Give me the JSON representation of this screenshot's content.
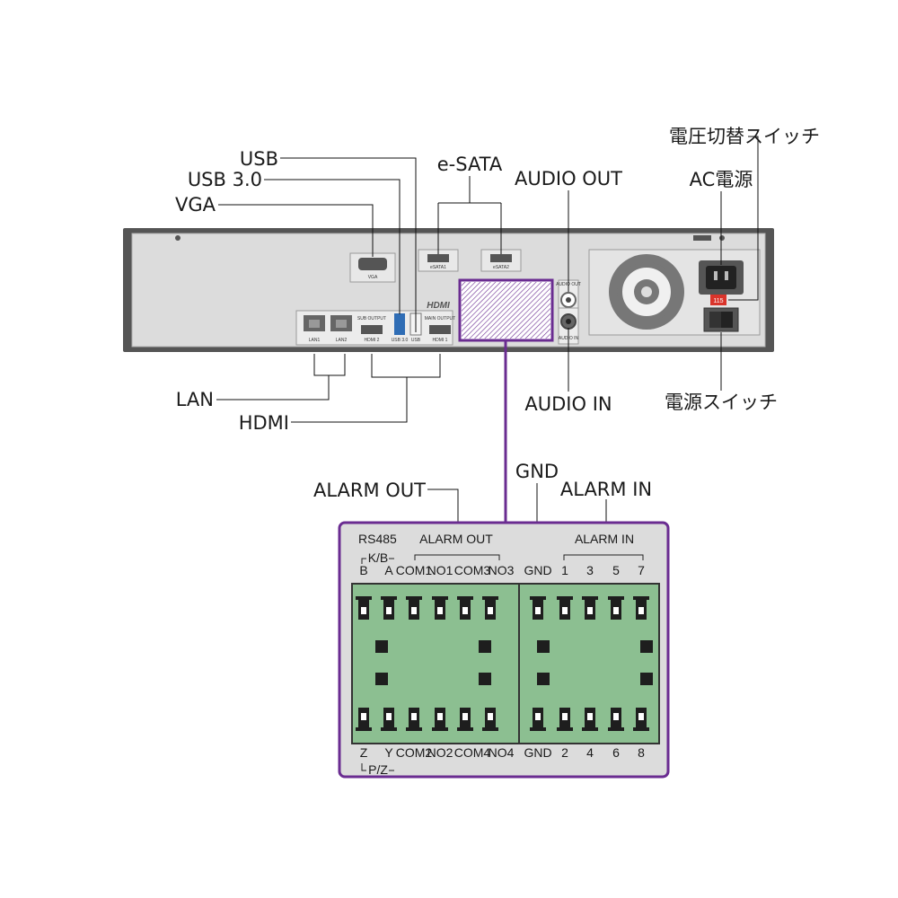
{
  "callouts": {
    "usb": "USB",
    "usb3": "USB 3.0",
    "vga": "VGA",
    "esata": "e-SATA",
    "audio_out": "AUDIO OUT",
    "voltage_switch": "電圧切替スイッチ",
    "ac_power": "AC電源",
    "lan": "LAN",
    "hdmi": "HDMI",
    "audio_in": "AUDIO IN",
    "power_switch": "電源スイッチ",
    "gnd": "GND",
    "alarm_out": "ALARM OUT",
    "alarm_in": "ALARM IN"
  },
  "rear_panel": {
    "vga": "VGA",
    "esata1": "eSATA1",
    "esata2": "eSATA2",
    "lan1": "LAN1",
    "lan2": "LAN2",
    "hdmi2_top": "SUB OUTPUT",
    "hdmi2": "HDMI 2",
    "usb30": "USB 3.0",
    "usb": "USB",
    "hdmi1_top": "MAIN OUTPUT",
    "hdmi1": "HDMI 1",
    "hdmi_logo": "HDMI",
    "audio_out": "AUDIO OUT",
    "audio_in": "AUDIO IN",
    "voltage": "115"
  },
  "terminal": {
    "rs485": "RS485",
    "kb": "K/B",
    "pz": "P/Z",
    "alarm_out": "ALARM OUT",
    "alarm_in": "ALARM IN",
    "top_labels": [
      "B",
      "A",
      "COM1",
      "NO1",
      "COM3",
      "NO3",
      "GND",
      "1",
      "3",
      "5",
      "7"
    ],
    "bottom_labels": [
      "Z",
      "Y",
      "COM2",
      "NO2",
      "COM4",
      "NO4",
      "GND",
      "2",
      "4",
      "6",
      "8"
    ]
  },
  "colors": {
    "chassis": "#dcdcdc",
    "chassis_border": "#555555",
    "connector_green": "#8cbf91",
    "accent_purple": "#6a2c91",
    "usb3_blue": "#2f6db5",
    "switch_red": "#d9342b"
  }
}
